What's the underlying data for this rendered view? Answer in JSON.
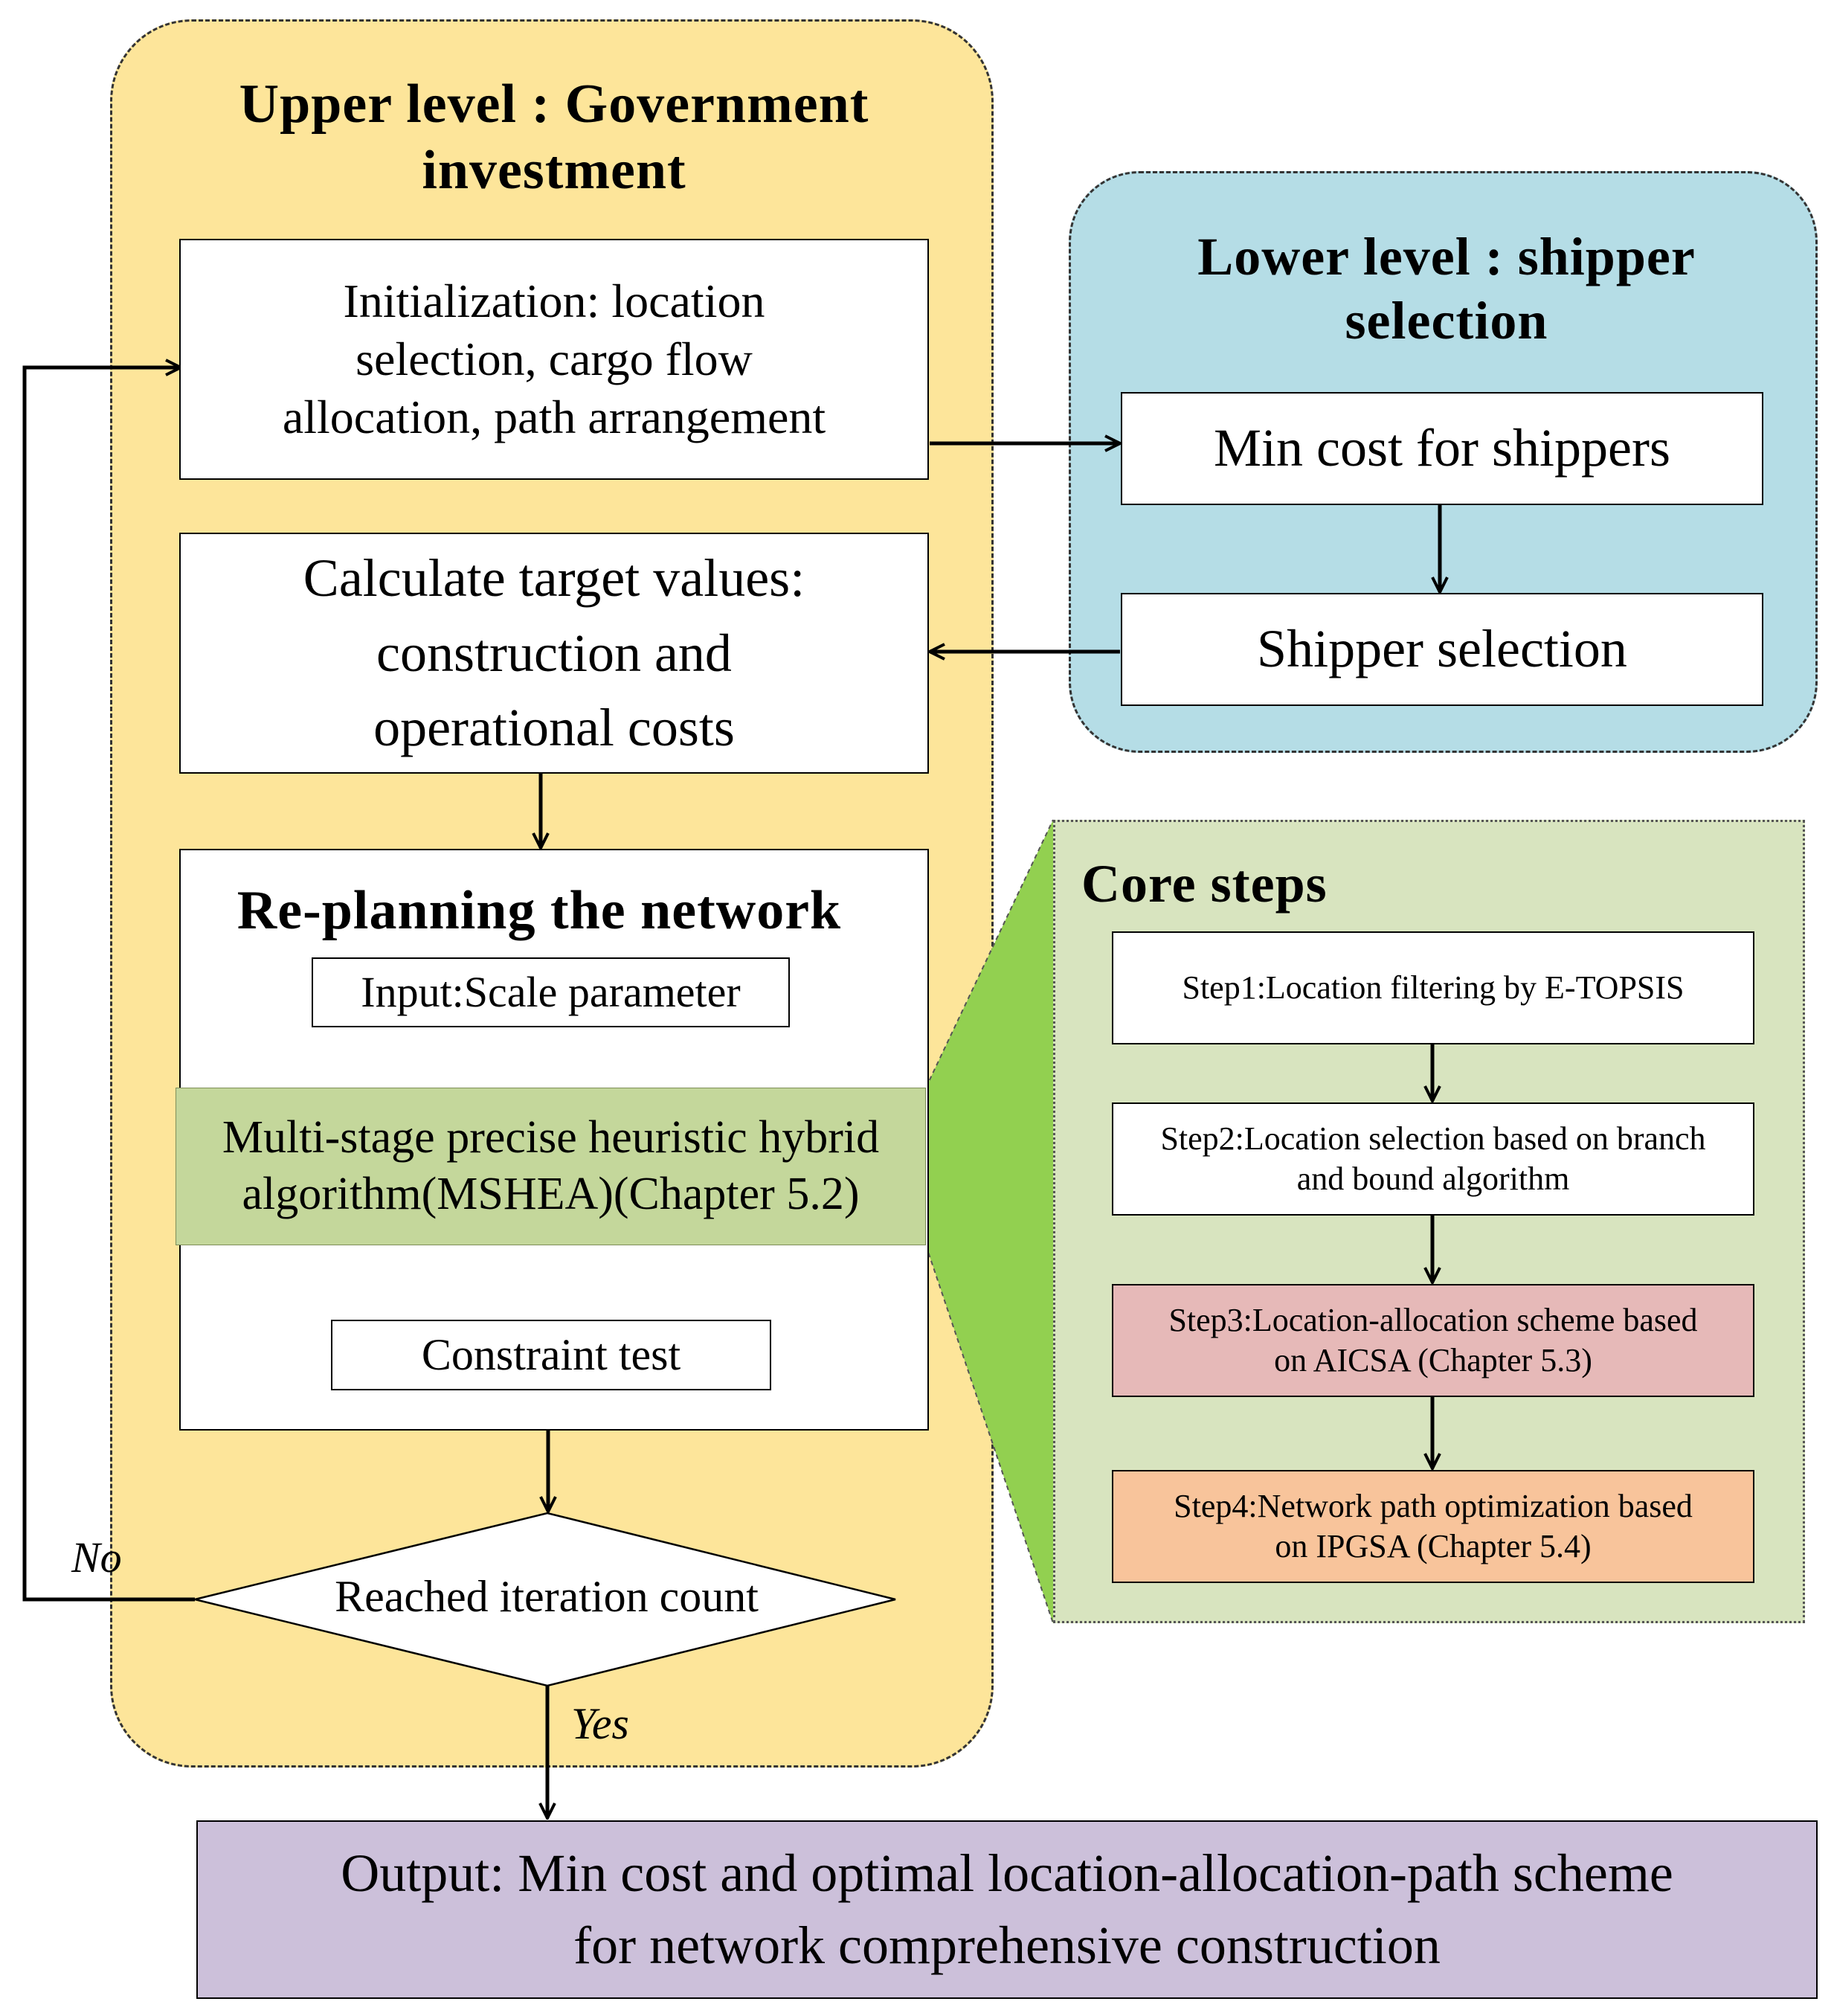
{
  "upper": {
    "title_line1": "Upper level : Government",
    "title_line2": "investment",
    "init_line1": "Initialization: location",
    "init_line2": "selection, cargo flow",
    "init_line3": "allocation, path arrangement",
    "calc_line1": "Calculate  target values:",
    "calc_line2": "construction and",
    "calc_line3": "operational costs",
    "replan_title": "Re-planning the network",
    "input_label": "Input:Scale parameter",
    "mshea_line1": "Multi-stage precise heuristic hybrid",
    "mshea_line2": "algorithm(MSHEA)(Chapter 5.2)",
    "constraint_label": "Constraint test",
    "decision_label": "Reached iteration count",
    "no_label": "No",
    "yes_label": "Yes"
  },
  "lower": {
    "title_line1": "Lower level : shipper",
    "title_line2": "selection",
    "mincost_label": "Min cost for shippers",
    "selection_label": "Shipper selection"
  },
  "core": {
    "title": "Core steps",
    "step1": "Step1:Location filtering by E-TOPSIS",
    "step2_line1": "Step2:Location selection based on branch",
    "step2_line2": "and bound algorithm",
    "step3_line1": "Step3:Location-allocation scheme based",
    "step3_line2": "on AICSA (Chapter 5.3)",
    "step4_line1": "Step4:Network path optimization based",
    "step4_line2": "on IPGSA (Chapter 5.4)"
  },
  "output": {
    "line1": "Output: Min cost and optimal location-allocation-path scheme",
    "line2": "for network comprehensive construction"
  },
  "colors": {
    "upper_panel": "#fde59a",
    "lower_panel": "#b5dde6",
    "core_panel": "#d8e4bf",
    "mshea_box": "#c4d79b",
    "connector_fill": "#92d050",
    "step3_box": "#e6b9b8",
    "step4_box": "#f8c49b",
    "output_box": "#ccc0da"
  }
}
